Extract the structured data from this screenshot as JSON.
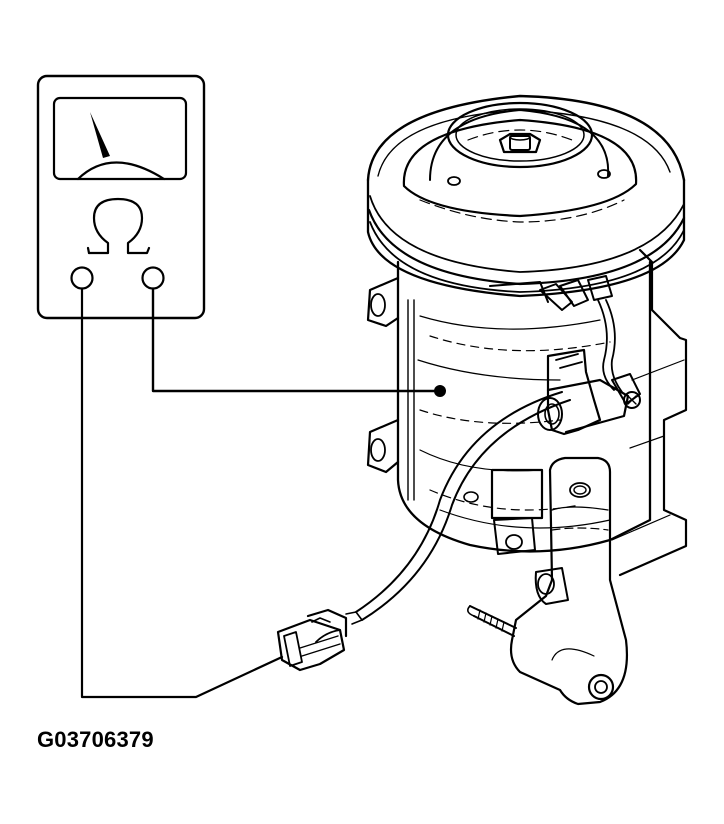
{
  "figure": {
    "id_label": "G03706379",
    "description": "Ohmmeter resistance test of A/C compressor clutch/sensor circuit",
    "colors": {
      "line": "#000000",
      "background": "#ffffff"
    }
  },
  "meter": {
    "type": "analog ohmmeter",
    "unit_symbol": "Ω",
    "icon": "omega-icon",
    "terminals": [
      "left-probe-terminal",
      "right-probe-terminal"
    ]
  },
  "connections": [
    {
      "from": "left-probe-terminal",
      "to": "harness-connector"
    },
    {
      "from": "right-probe-terminal",
      "to": "compressor-body-ground-point"
    }
  ],
  "components": [
    "ohmmeter",
    "ac-compressor",
    "clutch-pulley",
    "harness-connector",
    "test-leads"
  ]
}
